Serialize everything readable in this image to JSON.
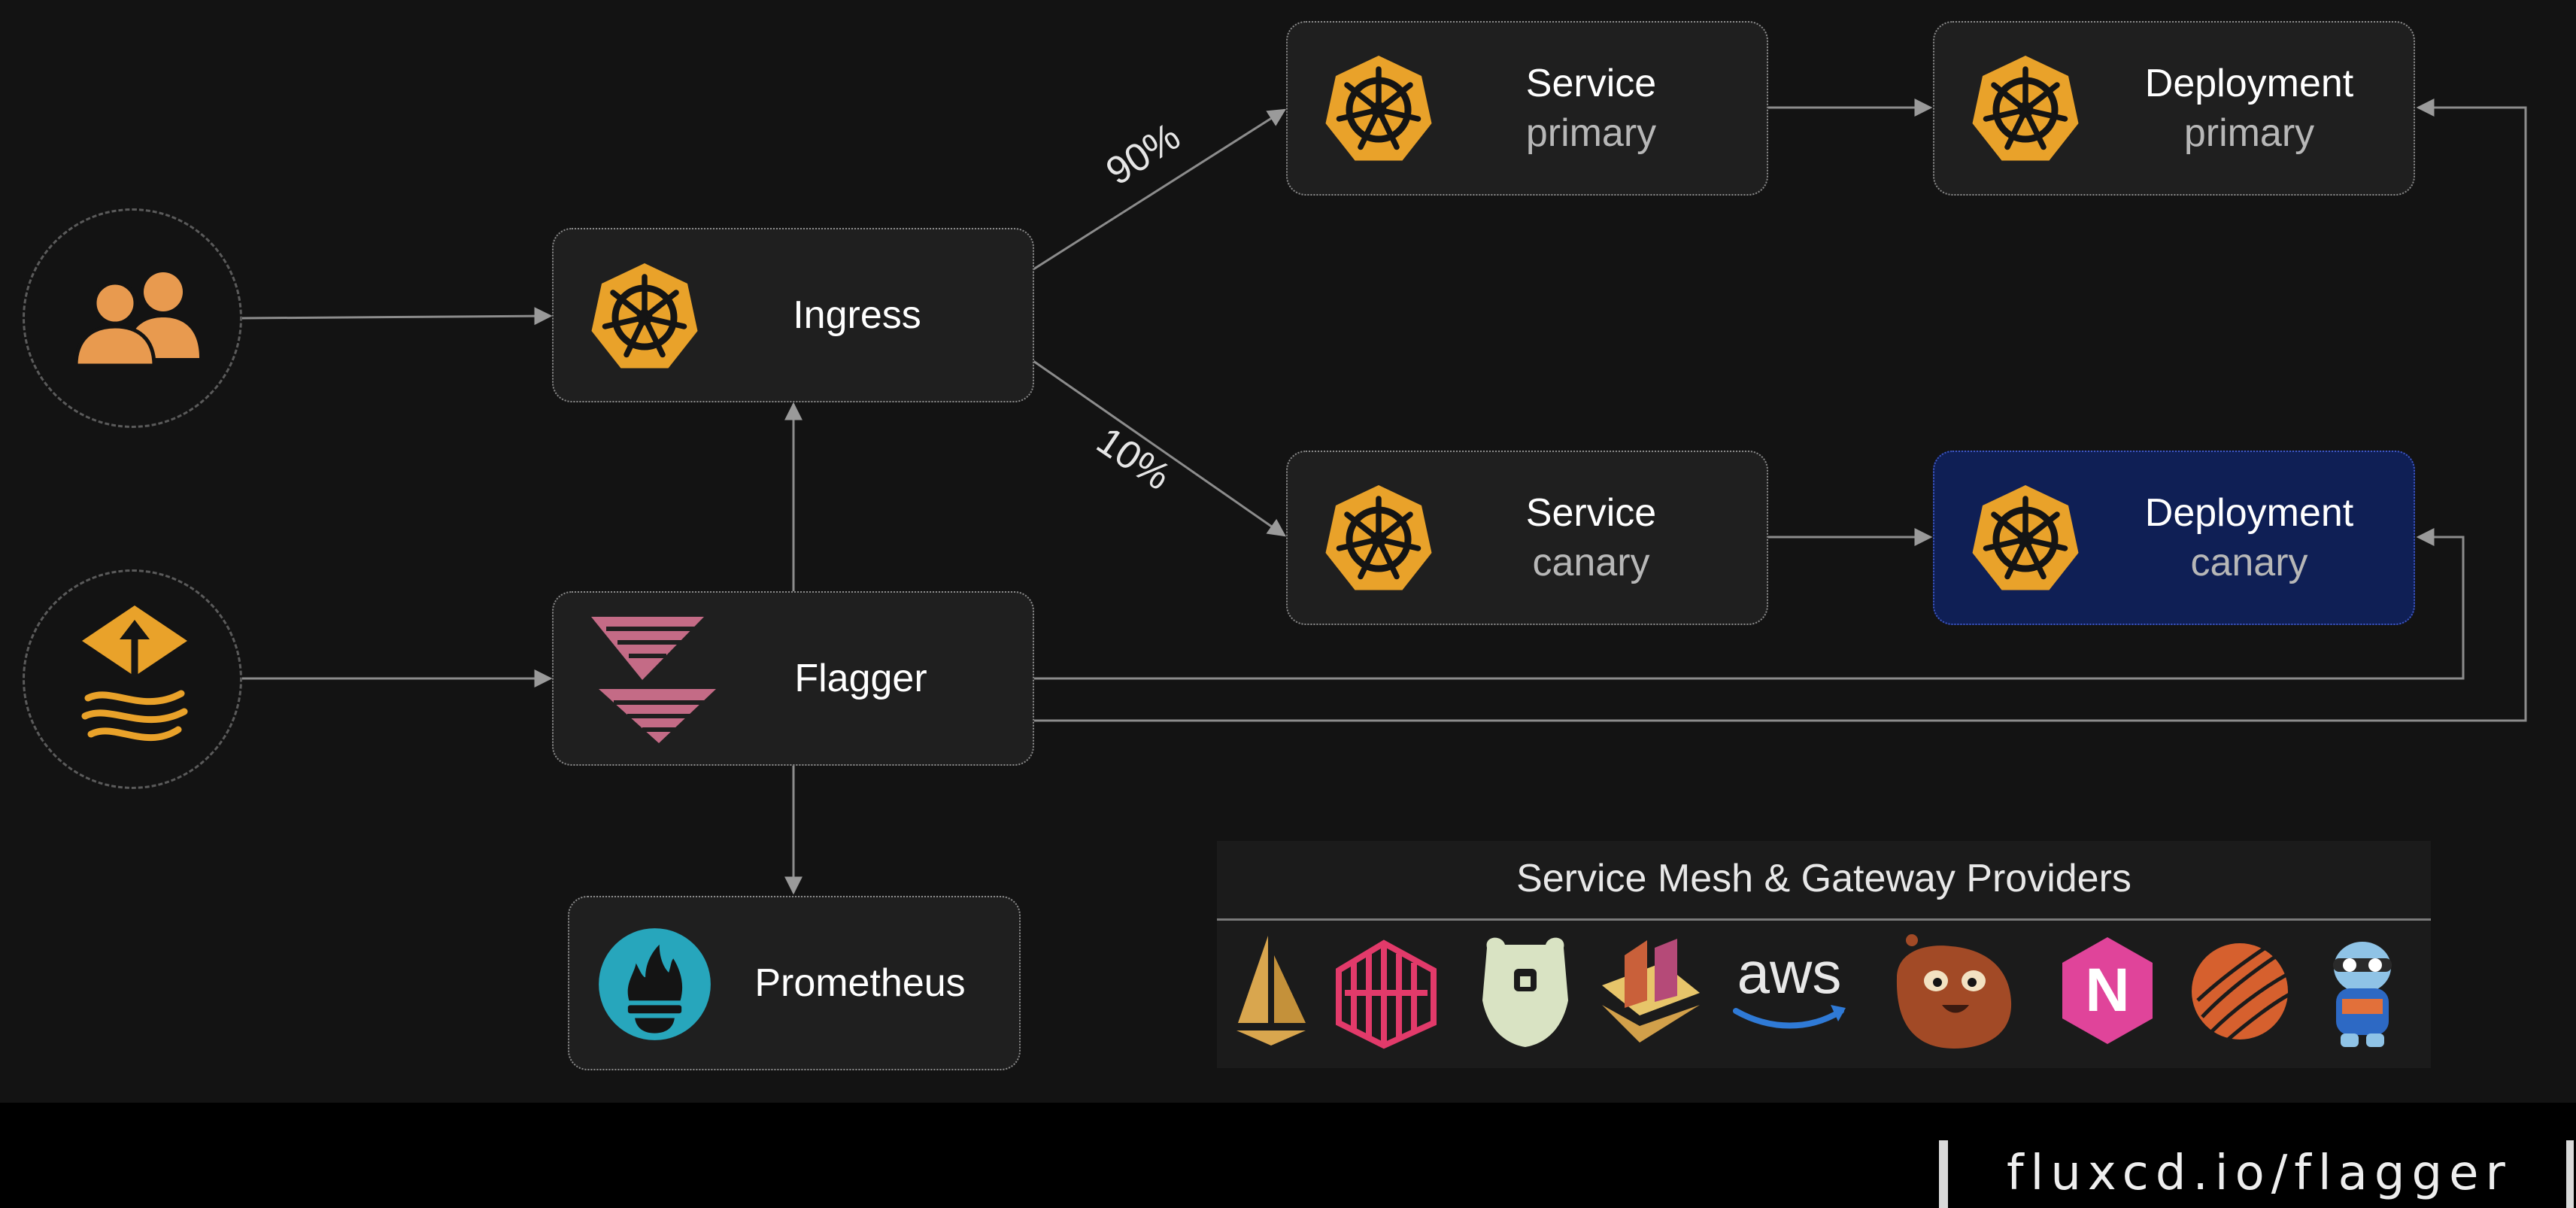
{
  "nodes": {
    "ingress": {
      "label": "Ingress",
      "icon": "kubernetes-icon"
    },
    "flagger": {
      "label": "Flagger",
      "icon": "flagger-logo"
    },
    "prometheus": {
      "label": "Prometheus",
      "icon": "prometheus-logo"
    },
    "service_primary": {
      "label": "Service",
      "sublabel": "primary",
      "icon": "kubernetes-icon"
    },
    "service_canary": {
      "label": "Service",
      "sublabel": "canary",
      "icon": "kubernetes-icon"
    },
    "deployment_primary": {
      "label": "Deployment",
      "sublabel": "primary",
      "icon": "kubernetes-icon"
    },
    "deployment_canary": {
      "label": "Deployment",
      "sublabel": "canary",
      "icon": "kubernetes-icon",
      "highlighted": true
    }
  },
  "sources": {
    "users": {
      "icon": "users-icon"
    },
    "gitops": {
      "icon": "flux-icon"
    }
  },
  "edges": [
    {
      "from": "users",
      "to": "ingress"
    },
    {
      "from": "gitops",
      "to": "flagger"
    },
    {
      "from": "flagger",
      "to": "ingress"
    },
    {
      "from": "flagger",
      "to": "prometheus"
    },
    {
      "from": "ingress",
      "to": "service_primary",
      "label": "90%"
    },
    {
      "from": "ingress",
      "to": "service_canary",
      "label": "10%"
    },
    {
      "from": "service_primary",
      "to": "deployment_primary"
    },
    {
      "from": "service_canary",
      "to": "deployment_canary"
    },
    {
      "from": "flagger",
      "to": "deployment_canary"
    },
    {
      "from": "flagger",
      "to": "deployment_primary"
    }
  ],
  "traffic": {
    "primary_weight": "90%",
    "canary_weight": "10%"
  },
  "providers": {
    "title": "Service Mesh & Gateway Providers",
    "logos": [
      "istio-logo",
      "linkerd-logo",
      "kuma-logo",
      "gloo-logo",
      "aws-logo",
      "skipper-logo",
      "nginx-logo",
      "contour-logo",
      "traefik-logo"
    ],
    "aws_text": "aws",
    "nginx_text": "N"
  },
  "footer": {
    "url": "fluxcd.io/flagger"
  },
  "colors": {
    "background": "#131313",
    "node_fill": "#1f1f1f",
    "kubernetes": "#e9a22a",
    "highlight_fill": "#0f1f55",
    "edge": "#8c8c8c"
  }
}
